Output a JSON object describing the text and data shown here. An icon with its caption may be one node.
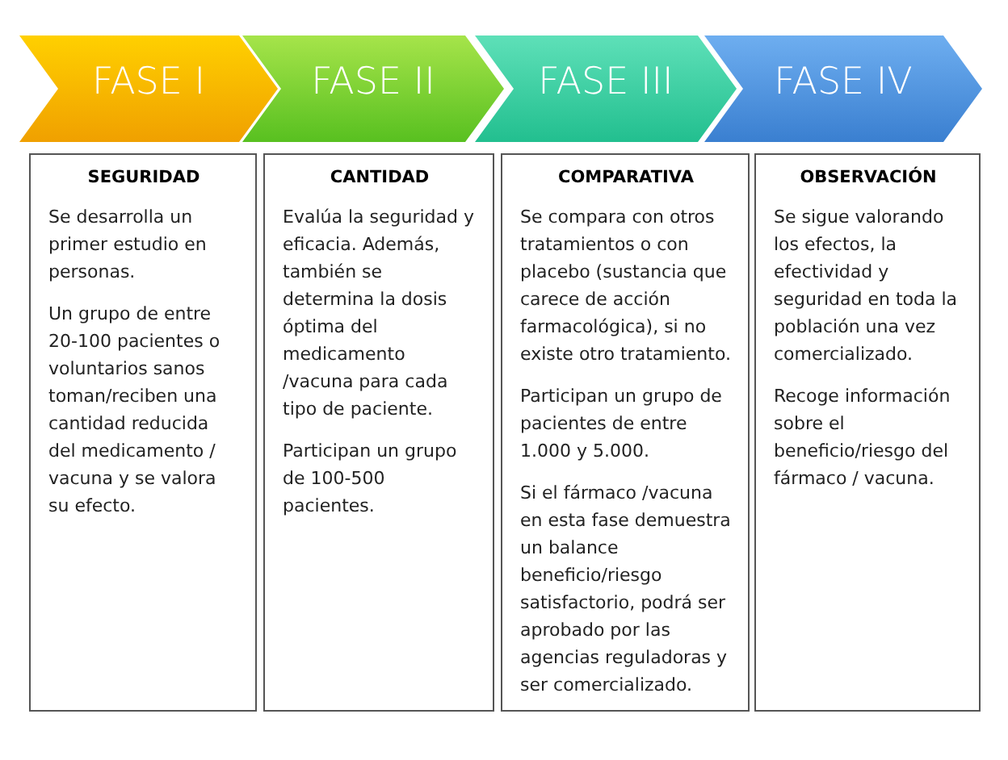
{
  "diagram": {
    "nodes": [
      {
        "text": [
          "FASE I"
        ]
      },
      {
        "text": [
          "FASE II"
        ]
      },
      {
        "text": [
          "FASE III"
        ]
      },
      {
        "text": [
          "FASE IV"
        ]
      },
      {
        "text": [
          "SEGURIDAD",
          "Se desarrolla un primer estudio en personas.",
          "Un grupo de entre 20-100 pacientes o voluntarios sanos toman/reciben una cantidad reducida del medicamento / vacuna y se valora su efecto."
        ]
      },
      {
        "text": [
          "CANTIDAD",
          "Evalúa la seguridad y eficacia. Además, también se determina la dosis óptima del medicamento /vacuna para cada tipo de paciente.",
          "Participan un grupo de 100-500 pacientes."
        ]
      },
      {
        "text": [
          "COMPARATIVA",
          "Se compara con otros tratamientos o con placebo (sustancia que carece de acción farmacológica), si no existe otro tratamiento.",
          "Participan un grupo de pacientes de entre 1.000 y 5.000.",
          "Si el fármaco /vacuna en esta fase demuestra un balance beneficio/riesgo satisfactorio, podrá ser aprobado por las agencias reguladoras y ser comercializado."
        ]
      },
      {
        "text": [
          "OBSERVACIÓN",
          "Se sigue valorando los efectos, la efectividad y seguridad en toda la población una vez comercializado.",
          "Recoge información sobre el beneficio/riesgo del fármaco / vacuna."
        ]
      }
    ]
  }
}
